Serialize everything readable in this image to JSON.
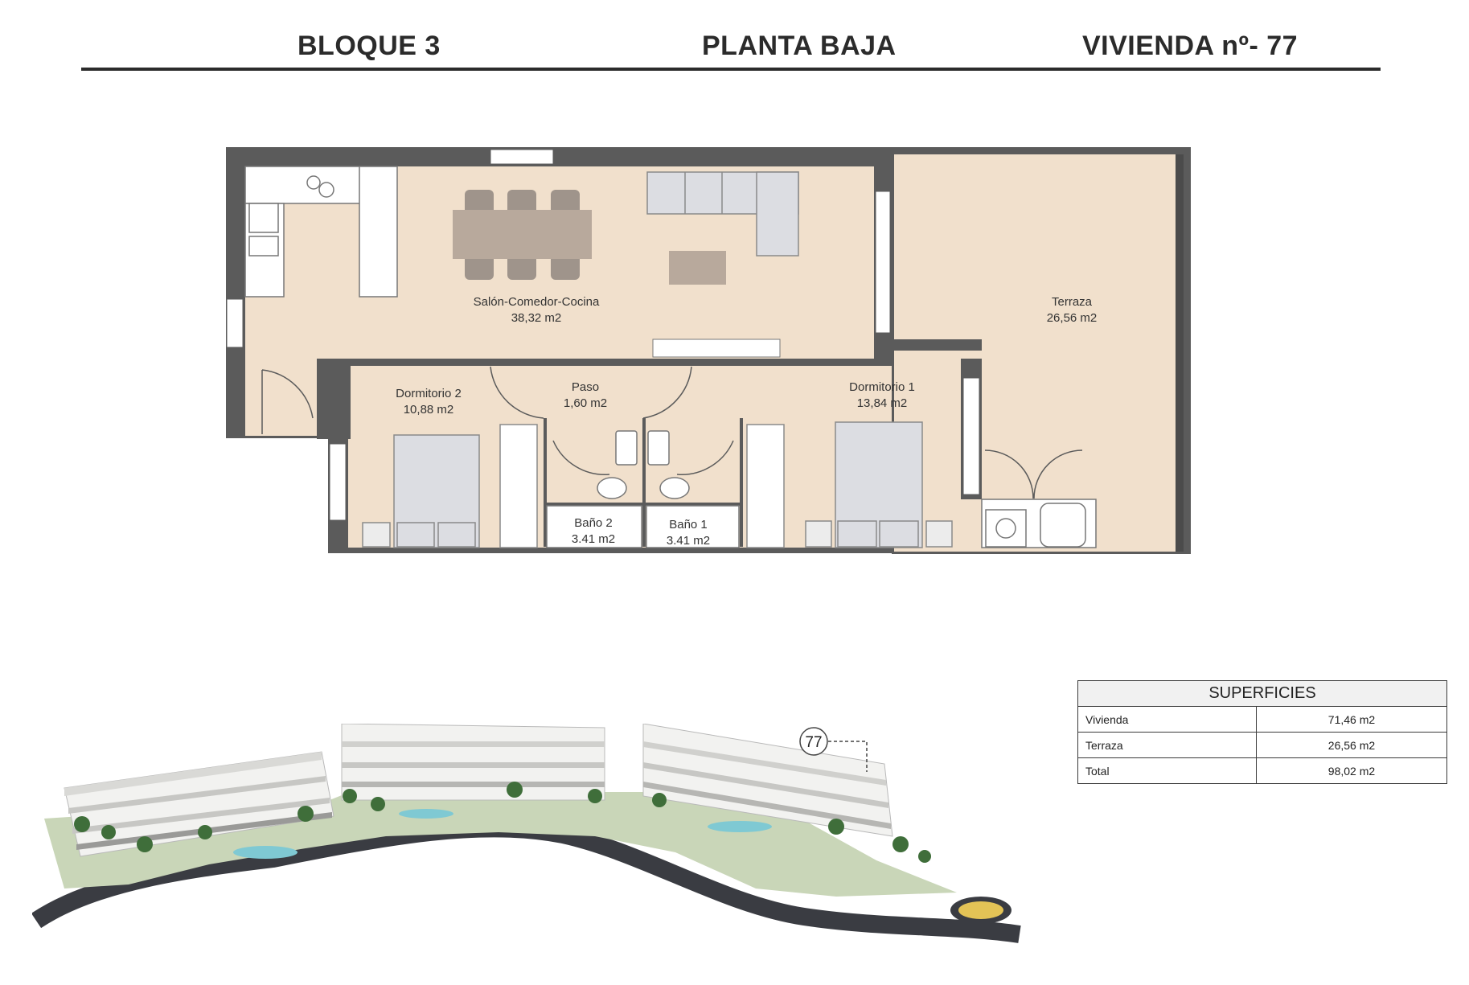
{
  "header": {
    "block": "BLOQUE 3",
    "floor": "PLANTA BAJA",
    "unit": "VIVIENDA nº- 77"
  },
  "rooms": {
    "living": {
      "name": "Salón-Comedor-Cocina",
      "area": "38,32 m2"
    },
    "terrace": {
      "name": "Terraza",
      "area": "26,56 m2"
    },
    "hall": {
      "name": "Paso",
      "area": "1,60 m2"
    },
    "bedroom2": {
      "name": "Dormitorio 2",
      "area": "10,88 m2"
    },
    "bedroom1": {
      "name": "Dormitorio 1",
      "area": "13,84 m2"
    },
    "bath2": {
      "name": "Baño 2",
      "area": "3.41 m2"
    },
    "bath1": {
      "name": "Baño 1",
      "area": "3.41 m2"
    }
  },
  "surfaces": {
    "title": "SUPERFICIES",
    "rows": [
      {
        "label": "Vivienda",
        "value": "71,46 m2"
      },
      {
        "label": "Terraza",
        "value": "26,56 m2"
      },
      {
        "label": "Total",
        "value": "98,02 m2"
      }
    ]
  },
  "aerial": {
    "unit_marker": "77"
  },
  "colors": {
    "wall": "#5b5b5b",
    "floor": "#f1e0cc",
    "furniture": "#dcdde2",
    "table": "#b8a99c"
  }
}
